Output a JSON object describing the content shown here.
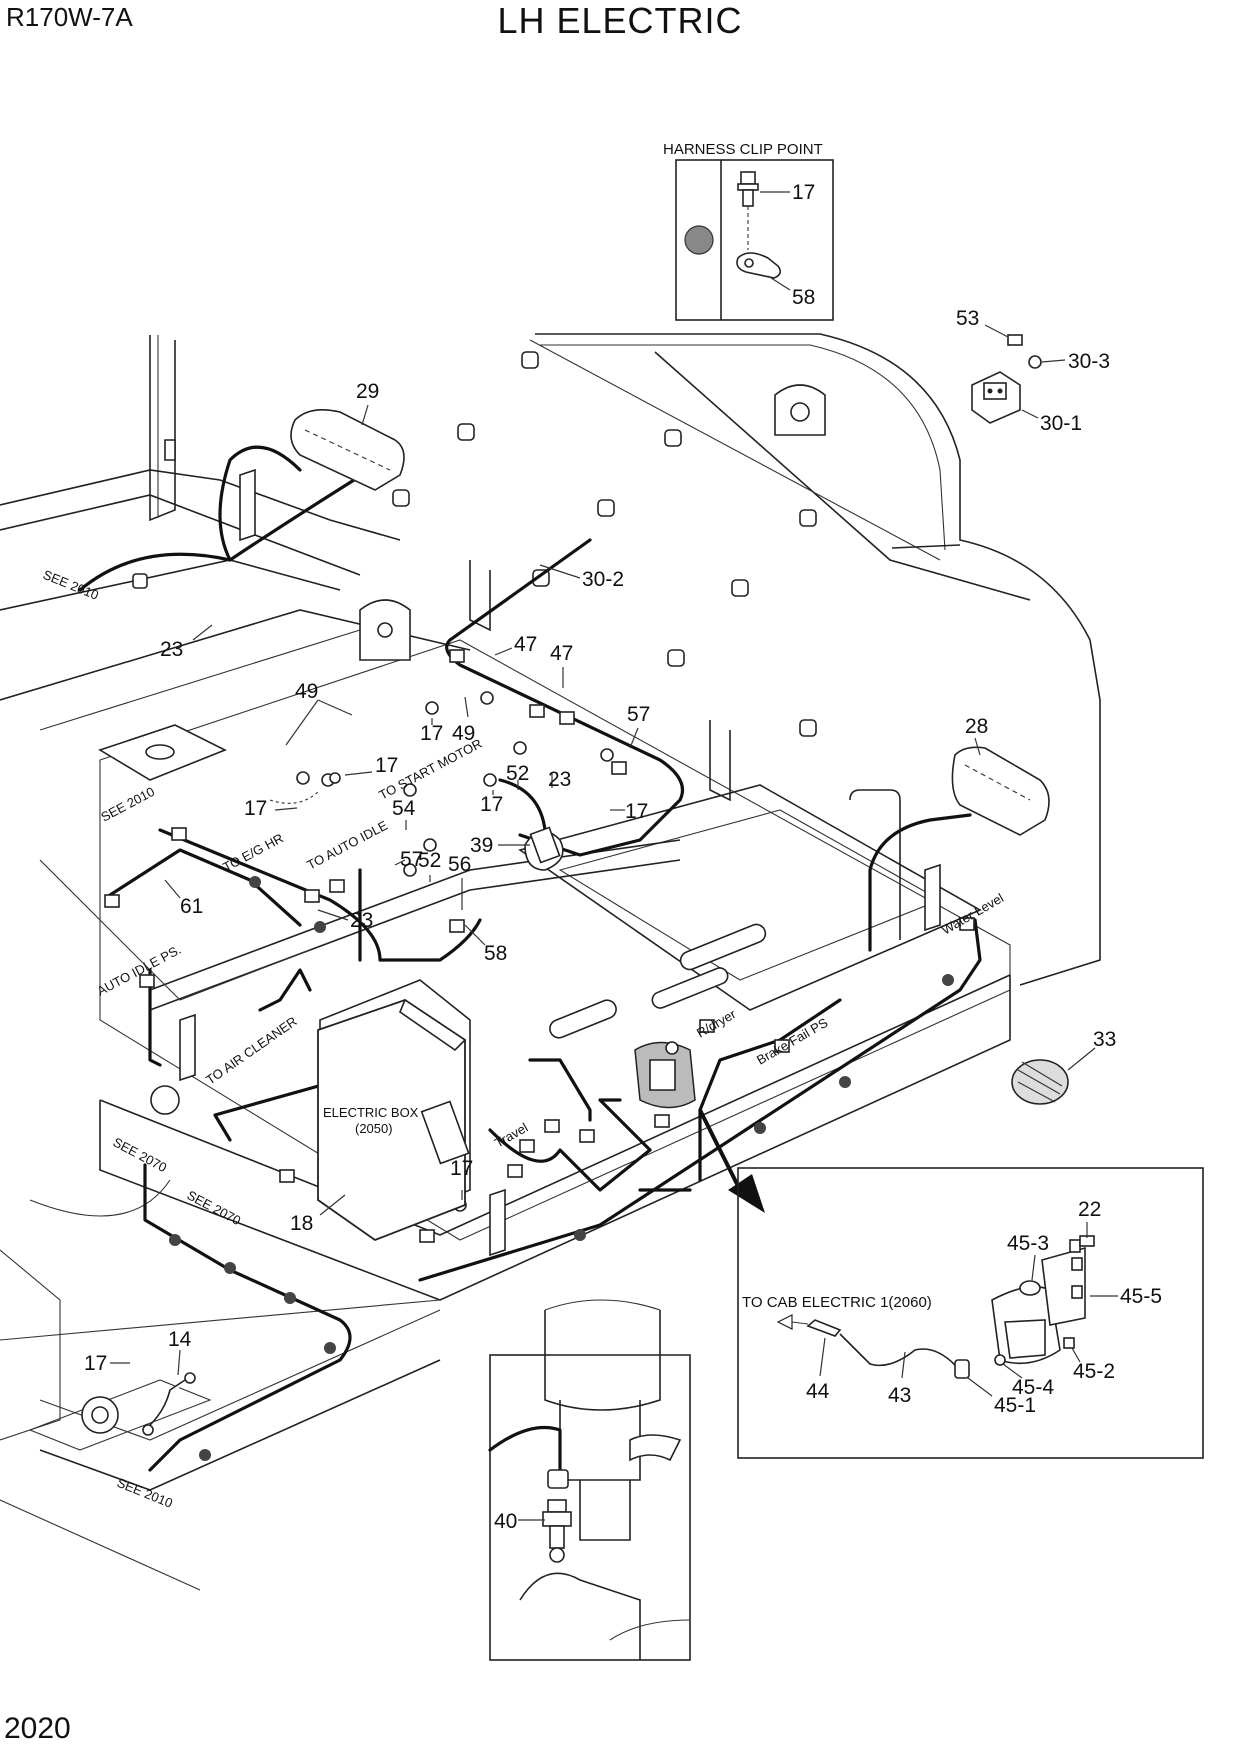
{
  "header": {
    "model": "R170W-7A",
    "title": "LH ELECTRIC"
  },
  "footer": {
    "page_number": "2020"
  },
  "inset_clip": {
    "title": "HARNESS CLIP POINT",
    "callouts": [
      "17",
      "58"
    ]
  },
  "inset_cab": {
    "label": "TO CAB ELECTRIC 1(2060)",
    "callouts": [
      "22",
      "45-3",
      "45-5",
      "45-2",
      "45-4",
      "45-1",
      "44",
      "43"
    ]
  },
  "inset_filter": {
    "callouts": [
      "40"
    ]
  },
  "electric_box": {
    "line1": "ELECTRIC BOX",
    "line2": "(2050)"
  },
  "harness_labels": {
    "see2010_a": "SEE 2010",
    "see2010_b": "SEE 2010",
    "see2010_c": "SEE 2010",
    "see2070_a": "SEE 2070",
    "see2070_b": "SEE 2070",
    "to_eg_hr": "TO E/G HR",
    "to_auto_idle": "TO AUTO IDLE",
    "to_start_motor": "TO START MOTOR",
    "auto_idle_ps": "AUTO IDLE PS.",
    "to_air_cleaner": "TO AIR CLEANER",
    "travel": "Travel",
    "r_dryer": "R/dryer",
    "brake_fail_ps": "Brake Fail PS",
    "water_level": "Water Level"
  },
  "callouts": {
    "c29": "29",
    "c30_2": "30-2",
    "c23a": "23",
    "c47a": "47",
    "c47b": "47",
    "c49a": "49",
    "c49b": "49",
    "c17a": "17",
    "c17b": "17",
    "c17c": "17",
    "c17d": "17",
    "c17e": "17",
    "c57a": "57",
    "c57b": "57",
    "c23b": "23",
    "c52a": "52",
    "c52b": "52",
    "c54": "54",
    "c39": "39",
    "c56": "56",
    "c61": "61",
    "c23c": "23",
    "c58": "58",
    "c28": "28",
    "c33": "33",
    "c53": "53",
    "c30_3": "30-3",
    "c30_1": "30-1",
    "c18": "18",
    "c17f": "17",
    "c14": "14",
    "c17g": "17"
  }
}
